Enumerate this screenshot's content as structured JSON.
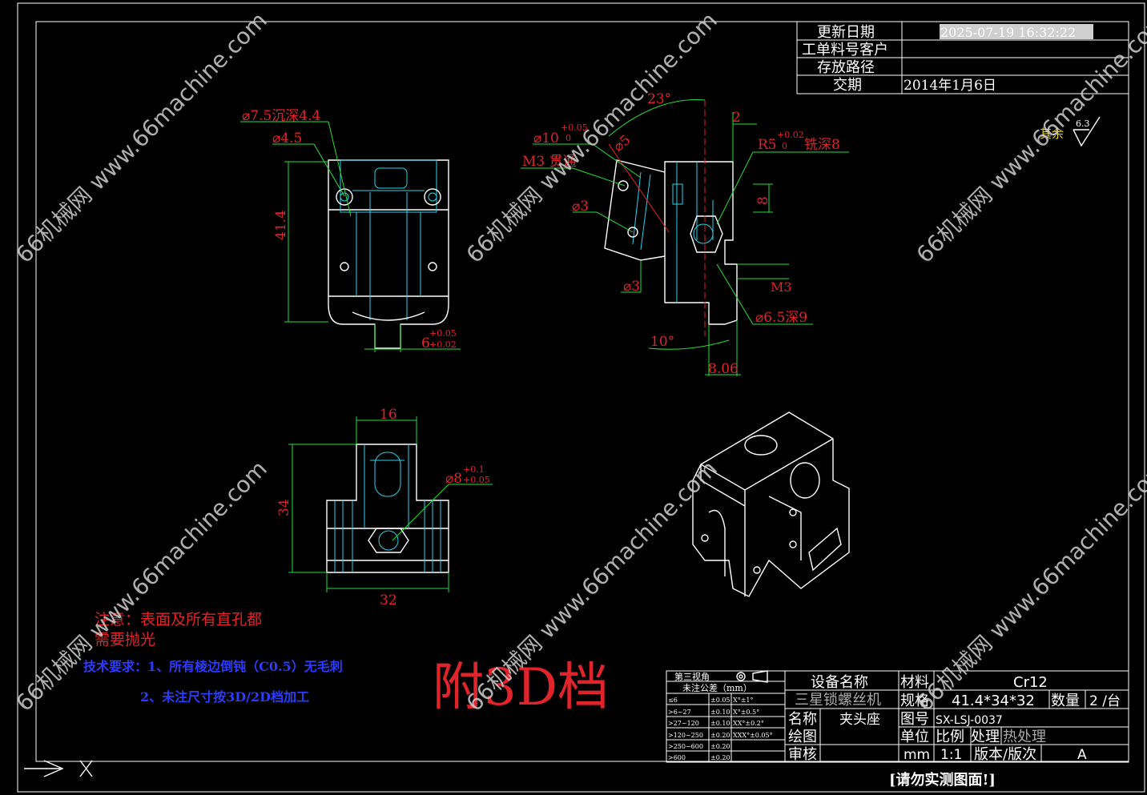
{
  "title_block_top": {
    "update_date_label": "更新日期",
    "update_date_value": "2025-07-19 16:32:22",
    "work_order_label": "工单料号客户",
    "storage_path_label": "存放路径",
    "delivery_label": "交期",
    "delivery_value": "2014年1月6日"
  },
  "surface_finish": {
    "label": "其余",
    "value": "6.3"
  },
  "dims_front": {
    "counterbore": "⌀7.5沉深4.4",
    "hole": "⌀4.5",
    "height": "41.4",
    "slot_width": "6",
    "slot_tol_upper": "+0.05",
    "slot_tol_lower": "+0.02"
  },
  "dims_side": {
    "angle_top": "23°",
    "bore": "⌀10",
    "bore_tol_upper": "+0.05",
    "bore_tol_lower": "0",
    "small_bore": "⌀5",
    "thread": "M3 贯通",
    "hole_a": "⌀3",
    "hole_b": "⌀3",
    "offset": "2",
    "radius": "R5",
    "radius_tol_upper": "+0.02",
    "radius_tol_lower": "0",
    "radius_note": "铣深8",
    "depth8": "8",
    "thread2": "M3",
    "deep_hole": "⌀6.5深9",
    "angle_bottom": "10°",
    "offset_bottom": "8.06"
  },
  "dims_top": {
    "width_top": "16",
    "height": "34",
    "width_bottom": "32",
    "hole": "⌀8",
    "hole_tol_upper": "+0.1",
    "hole_tol_lower": "+0.05"
  },
  "notes": {
    "note_line1": "注意：表面及所有直孔都",
    "note_line2": "需要抛光",
    "tech_line1": "技术要求：1、所有棱边倒钝（C0.5）无毛刺",
    "tech_line2": "2、未注尺寸按3D/2D档加工",
    "attached_3d": "附3D档"
  },
  "title_block": {
    "projection": "第三视角",
    "tolerance_title": "未注公差（mm）",
    "tolerance_rows": [
      {
        "range": "≤6",
        "tol": "±0.05",
        "angle": "X°±1°"
      },
      {
        "range": ">6~27",
        "tol": "±0.10",
        "angle": "X°±0.5°"
      },
      {
        "range": ">27~120",
        "tol": "±0.10",
        "angle": "XX°±0.2°"
      },
      {
        "range": ">120~250",
        "tol": "±0.20",
        "angle": "XXX°±0.05°"
      },
      {
        "range": ">250~600",
        "tol": "±0.20",
        "angle": ""
      },
      {
        "range": ">600",
        "tol": "±0.20",
        "angle": ""
      }
    ],
    "equipment_label": "设备名称",
    "equipment_value": "三星锁螺丝机",
    "material_label": "材料",
    "material_value": "Cr12",
    "spec_label": "规格",
    "spec_value": "41.4*34*32",
    "qty_label": "数量",
    "qty_value": "2 /台",
    "name_label": "名称",
    "name_value": "夹头座",
    "drawing_no_label": "图号",
    "drawing_no_value": "SX-LSJ-0037",
    "drawn_label": "绘图",
    "unit_label": "单位",
    "scale_label": "比例",
    "treatment_label": "处理",
    "treatment_value": "热处理",
    "review_label": "审核",
    "unit_value": "mm",
    "scale_value": "1:1",
    "revision_label": "版本/版次",
    "revision_value": "A"
  },
  "footer_note": "[请勿实测图面!]",
  "watermark": "66机械网 www.66machine.com"
}
